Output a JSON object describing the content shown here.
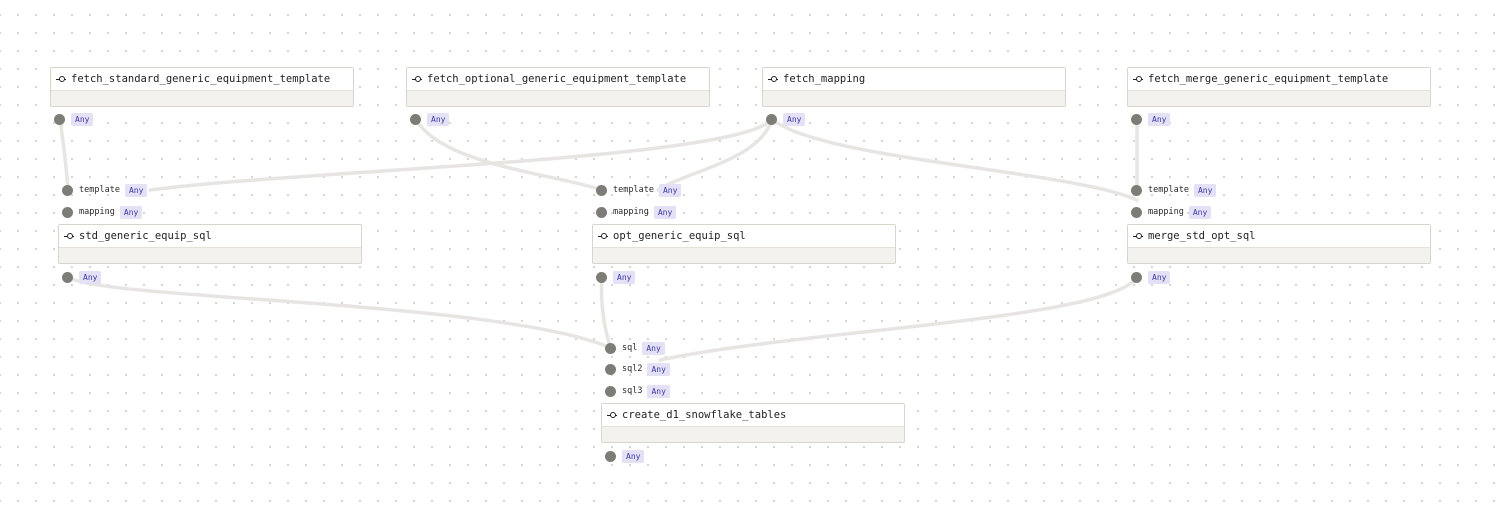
{
  "graph": {
    "type_badge": "Any",
    "nodes": {
      "fetch_standard": {
        "name": "fetch_standard_generic_equipment_template"
      },
      "fetch_optional": {
        "name": "fetch_optional_generic_equipment_template"
      },
      "fetch_mapping": {
        "name": "fetch_mapping"
      },
      "fetch_merge": {
        "name": "fetch_merge_generic_equipment_template"
      },
      "std_sql": {
        "name": "std_generic_equip_sql",
        "inputs": [
          "template",
          "mapping"
        ]
      },
      "opt_sql": {
        "name": "opt_generic_equip_sql",
        "inputs": [
          "template",
          "mapping"
        ]
      },
      "merge_sql": {
        "name": "merge_std_opt_sql",
        "inputs": [
          "template",
          "mapping"
        ]
      },
      "create_tables": {
        "name": "create_d1_snowflake_tables",
        "inputs": [
          "sql",
          "sql2",
          "sql3"
        ]
      }
    }
  }
}
